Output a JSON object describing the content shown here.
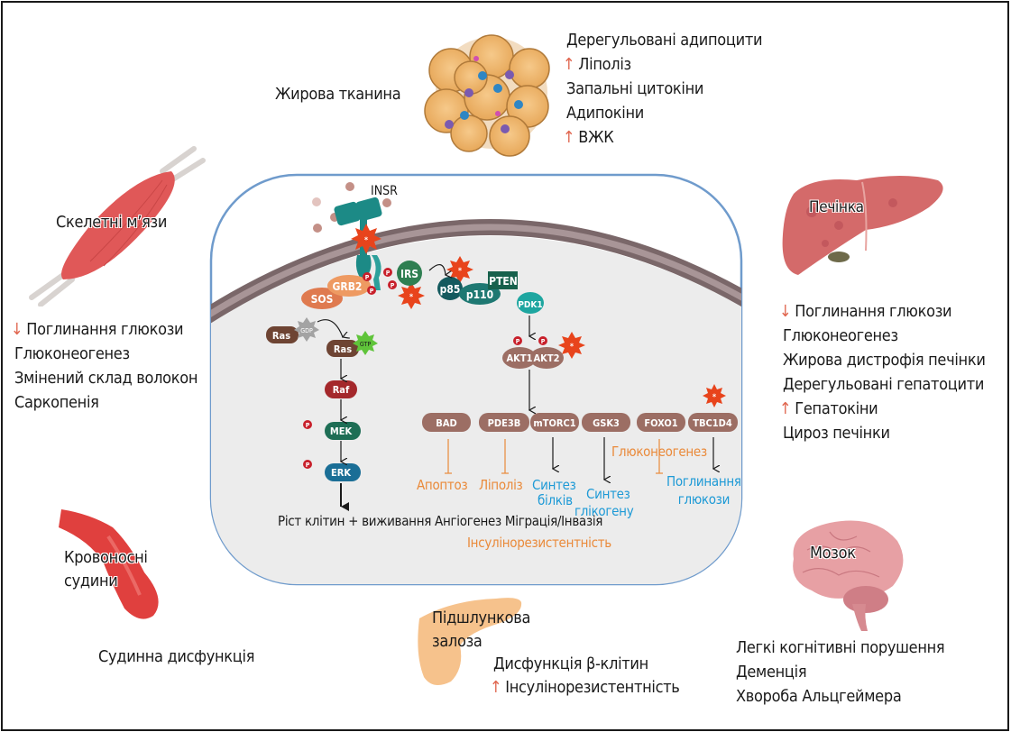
{
  "figure": {
    "colors": {
      "cell_border": "#6f9bcc",
      "cell_fill": "#ececec",
      "membrane": "#7a6769",
      "membrane_inner": "#a89597",
      "up_down_arrow": "#e0654e",
      "orange_text": "#ea8a3a",
      "blue_text": "#1e9ad6",
      "node_brown": "#9c6e64",
      "node_teal": "#1c8a86",
      "node_green": "#2f7f52",
      "node_red": "#a4282b",
      "starburst": "#e8441c"
    }
  },
  "adipose": {
    "label": "Жирова тканина",
    "effects": [
      {
        "arrow": "",
        "text": "Дерегульовані адипоцити"
      },
      {
        "arrow": "↑",
        "text": "Ліполіз"
      },
      {
        "arrow": "",
        "text": "Запальні цитокіни"
      },
      {
        "arrow": "",
        "text": "Адипокіни"
      },
      {
        "arrow": "↑",
        "text": "ВЖК"
      }
    ]
  },
  "muscle": {
    "label": "Скелетні м’язи",
    "effects": [
      {
        "arrow": "↓",
        "text": "Поглинання глюкози"
      },
      {
        "arrow": "",
        "text": "Глюконеогенез"
      },
      {
        "arrow": "",
        "text": "Змінений склад волокон"
      },
      {
        "arrow": "",
        "text": "Саркопенія"
      }
    ]
  },
  "liver": {
    "label": "Печінка",
    "effects": [
      {
        "arrow": "↓",
        "text": "Поглинання глюкози"
      },
      {
        "arrow": "",
        "text": "Глюконеогенез"
      },
      {
        "arrow": "",
        "text": "Жирова дистрофія печінки"
      },
      {
        "arrow": "",
        "text": "Дерегульовані гепатоцити"
      },
      {
        "arrow": "↑",
        "text": "Гепатокіни"
      },
      {
        "arrow": "",
        "text": "Цироз печінки"
      }
    ]
  },
  "vessels": {
    "label_line1": "Кровоносні",
    "label_line2": "судини",
    "effect": "Судинна дисфункція"
  },
  "pancreas": {
    "label_line1": "Підшлункова",
    "label_line2": "залоза",
    "effects": [
      {
        "arrow": "",
        "text": "Дисфункція β-клітин"
      },
      {
        "arrow": "↑",
        "text": "Інсулінорезистентність"
      }
    ]
  },
  "brain": {
    "label": "Мозок",
    "effects": [
      "Легкі когнітивні порушення",
      "Деменція",
      "Хвороба Альцгеймера"
    ]
  },
  "cell": {
    "receptor": "INSR",
    "phospho": "P",
    "nodes": {
      "sos": "SOS",
      "grb2": "GRB2",
      "irs": "IRS",
      "p85": "p85",
      "p110": "p110",
      "pten": "PTEN",
      "pdk1": "PDK1",
      "ras_gdp": "Ras",
      "gdp": "GDP",
      "ras_gtp": "Ras",
      "gtp": "GTP",
      "raf": "Raf",
      "mek": "MEK",
      "erk": "ERK",
      "akt1": "AKT1",
      "akt2": "AKT2"
    },
    "effectors": [
      "BAD",
      "PDE3B",
      "mTORC1",
      "GSK3",
      "FOXO1",
      "TBC1D4"
    ],
    "outcomes": {
      "apoptosis": "Апоптоз",
      "lipolysis": "Ліполіз",
      "protein_synthesis_1": "Синтез",
      "protein_synthesis_2": "білків",
      "glycogen_synthesis_1": "Синтез",
      "glycogen_synthesis_2": "глікогену",
      "gluconeogenesis": "Глюконеогенез",
      "glucose_uptake_1": "Поглинання",
      "glucose_uptake_2": "глюкози",
      "insulin_resistance": "Інсулінорезистентність"
    },
    "mapk_outcomes": [
      "Ріст клітин + виживання",
      "Ангіогенез",
      "Міграція/Інвазія"
    ]
  }
}
